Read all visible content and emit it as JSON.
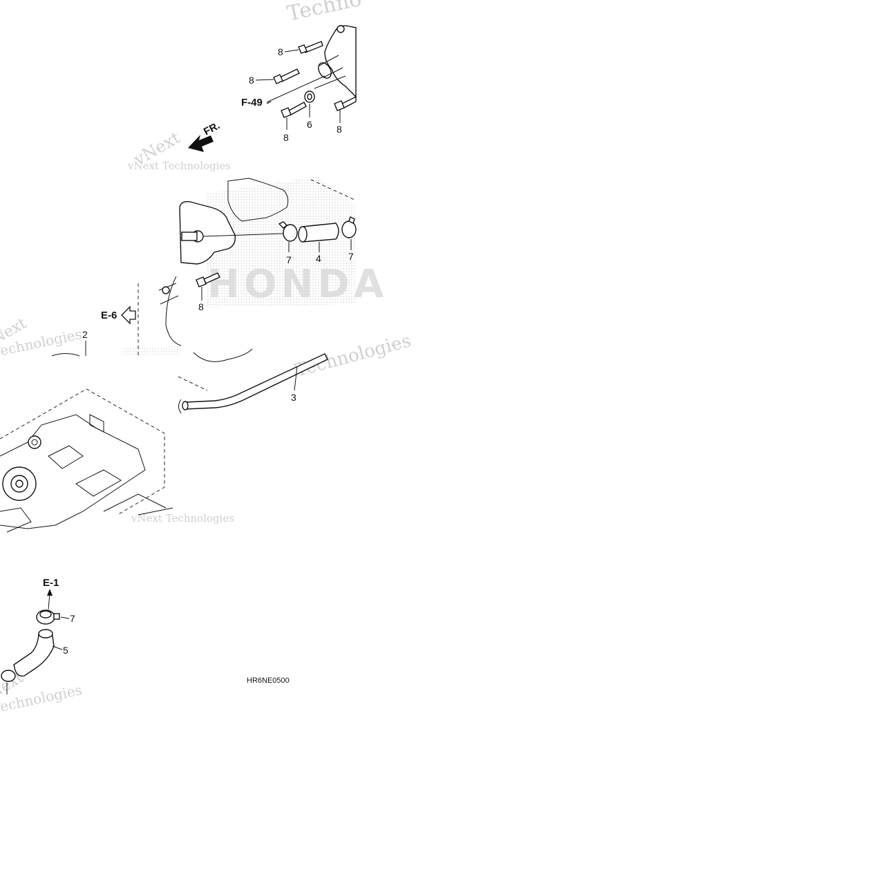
{
  "diagram": {
    "id_code": "HR6NE0500",
    "front_marker": "FR.",
    "callouts": [
      {
        "id": "c8a",
        "label": "8"
      },
      {
        "id": "c8b",
        "label": "8"
      },
      {
        "id": "c8c",
        "label": "8"
      },
      {
        "id": "c8d",
        "label": "8"
      },
      {
        "id": "c6",
        "label": "6"
      },
      {
        "id": "c8e",
        "label": "8"
      },
      {
        "id": "c7a",
        "label": "7"
      },
      {
        "id": "c4",
        "label": "4"
      },
      {
        "id": "c7b",
        "label": "7"
      },
      {
        "id": "c2",
        "label": "2"
      },
      {
        "id": "c3",
        "label": "3"
      },
      {
        "id": "c7c",
        "label": "7"
      },
      {
        "id": "c5",
        "label": "5"
      }
    ],
    "references": [
      {
        "id": "f49",
        "label": "F-49"
      },
      {
        "id": "e6",
        "label": "E-6"
      },
      {
        "id": "e1",
        "label": "E-1"
      }
    ],
    "watermarks": {
      "vnext": "vNext Technologies",
      "techno": "Techno",
      "technologies": "Technologies",
      "vnext_short": "vNext",
      "brand": "HONDA"
    }
  }
}
